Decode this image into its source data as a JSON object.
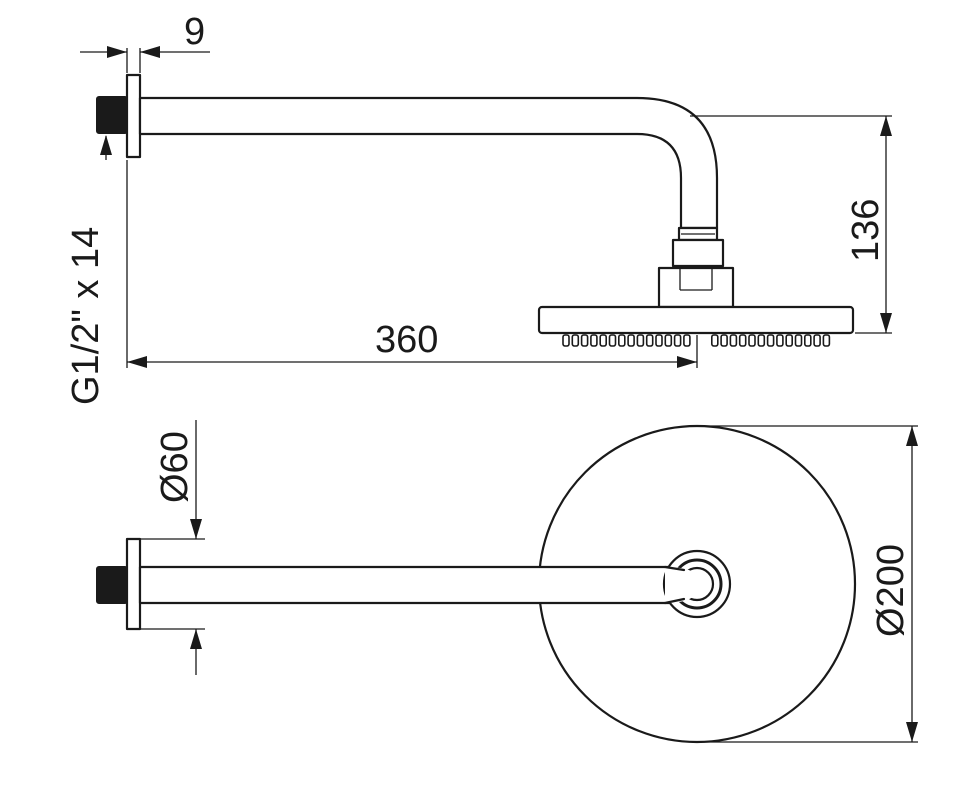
{
  "dimensions": {
    "wall_flange_thickness": "9",
    "thread_spec": "G1/2\" x 14",
    "arm_length": "360",
    "drop_height": "136",
    "flange_diameter": "Ø60",
    "head_diameter": "Ø200"
  },
  "colors": {
    "line": "#1a1a1a",
    "background": "#ffffff"
  }
}
